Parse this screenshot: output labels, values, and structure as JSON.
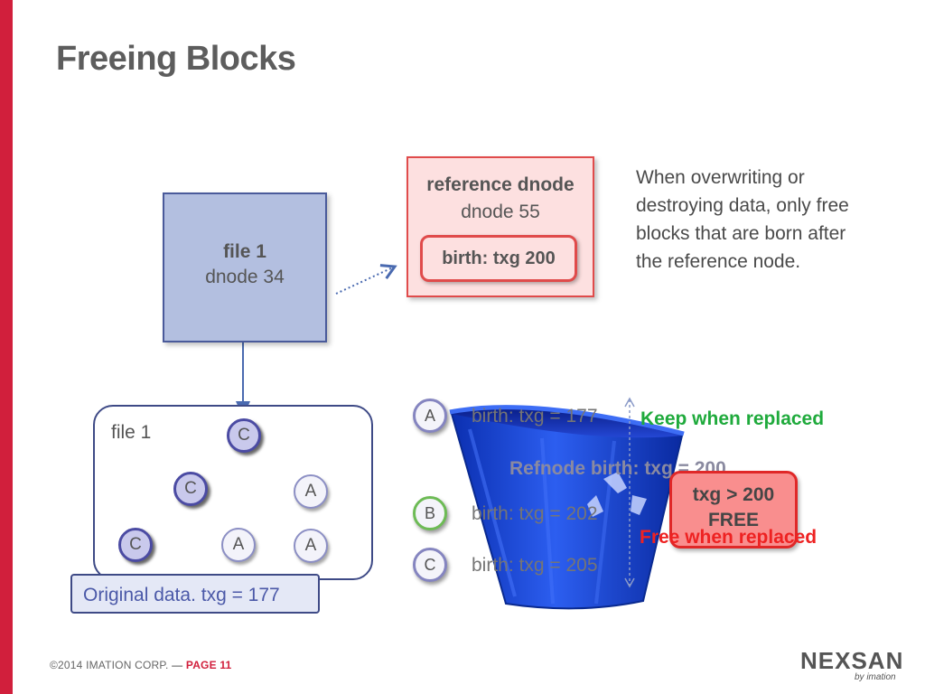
{
  "title": "Freeing Blocks",
  "file_box": {
    "line1": "file 1",
    "line2": "dnode 34"
  },
  "ref_box": {
    "line1": "reference dnode",
    "line2": "dnode 55",
    "birth": "birth: txg 200"
  },
  "note": "When overwriting or destroying data, only free blocks that are born after the reference node.",
  "tree": {
    "label": "file 1",
    "nodes": [
      "C",
      "C",
      "A",
      "C",
      "A",
      "A"
    ],
    "original": "Original data. txg = 177"
  },
  "blocks": [
    {
      "letter": "A",
      "birth": "birth: txg = 177"
    },
    {
      "letter": "B",
      "birth": "birth: txg = 202"
    },
    {
      "letter": "C",
      "birth": "birth: txg = 205"
    }
  ],
  "keep_label": "Keep when replaced",
  "refnode_label": "Refnode birth: txg = 200",
  "free_box": {
    "line1": "txg > 200",
    "line2": "FREE"
  },
  "free_label": "Free when replaced",
  "footer": {
    "copyright": "©2014 IMATION CORP.",
    "dash": "—",
    "page": "PAGE 11"
  },
  "logo": {
    "name": "NEXSAN",
    "sub": "by imation"
  },
  "colors": {
    "accent": "#d11f3c",
    "bin": "#1f4fd8",
    "keep": "#1faa3c",
    "free": "#ee2222"
  }
}
